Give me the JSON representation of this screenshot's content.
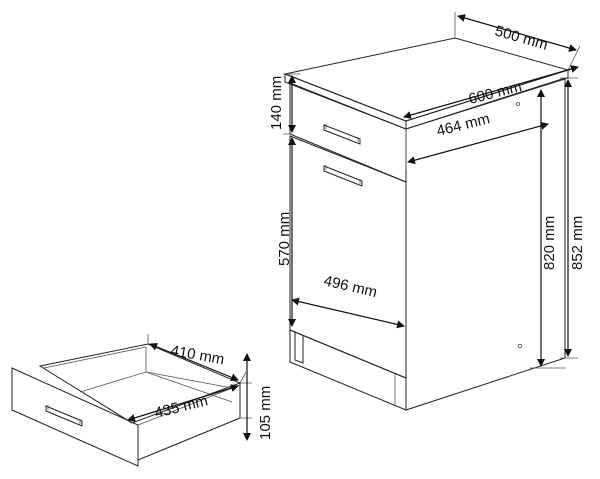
{
  "dimensions": {
    "cabinet_depth": "500 mm",
    "cabinet_width": "600 mm",
    "drawer_front_height": "140 mm",
    "inner_width": "464 mm",
    "door_height": "570 mm",
    "door_width": "496 mm",
    "body_height": "820 mm",
    "total_height": "852 mm",
    "drawer_inner_depth": "410 mm",
    "drawer_inner_width": "435 mm",
    "drawer_height": "105 mm"
  }
}
